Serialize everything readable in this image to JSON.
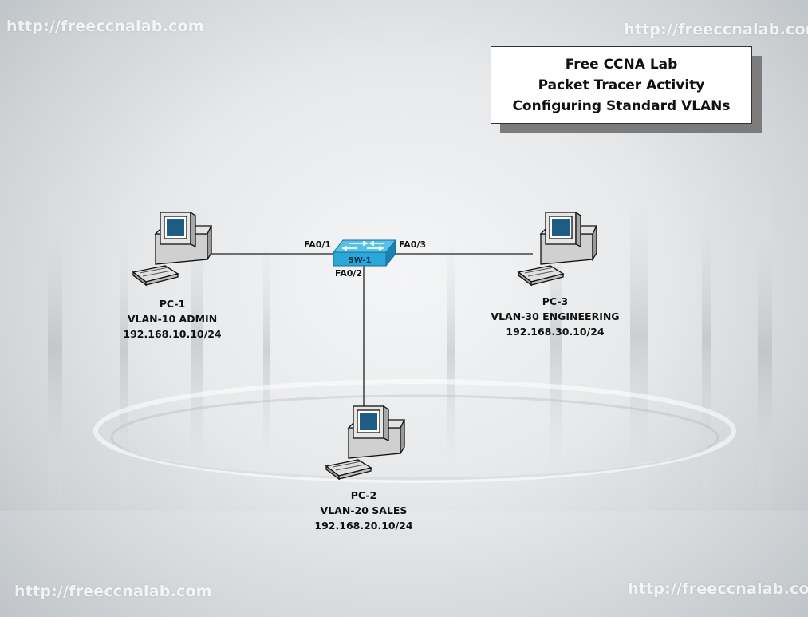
{
  "watermarks": {
    "top_left": "http://freeccnalab.com",
    "top_right": "http://freeccnalab.com",
    "bottom_left": "http://freeccnalab.com",
    "bottom_right": "http://freeccnalab.com"
  },
  "title": {
    "line1": "Free CCNA Lab",
    "line2": "Packet Tracer Activity",
    "line3": "Configuring Standard VLANs"
  },
  "switch": {
    "name": "SW-1",
    "color": "#2aa6d8"
  },
  "ports": {
    "pc1": "FA0/1",
    "pc2": "FA0/2",
    "pc3": "FA0/3"
  },
  "pcs": {
    "pc1": {
      "name": "PC-1",
      "vlan": "VLAN-10 ADMIN",
      "ip": "192.168.10.10/24"
    },
    "pc2": {
      "name": "PC-2",
      "vlan": "VLAN-20 SALES",
      "ip": "192.168.20.10/24"
    },
    "pc3": {
      "name": "PC-3",
      "vlan": "VLAN-30 ENGINEERING",
      "ip": "192.168.30.10/24"
    }
  }
}
